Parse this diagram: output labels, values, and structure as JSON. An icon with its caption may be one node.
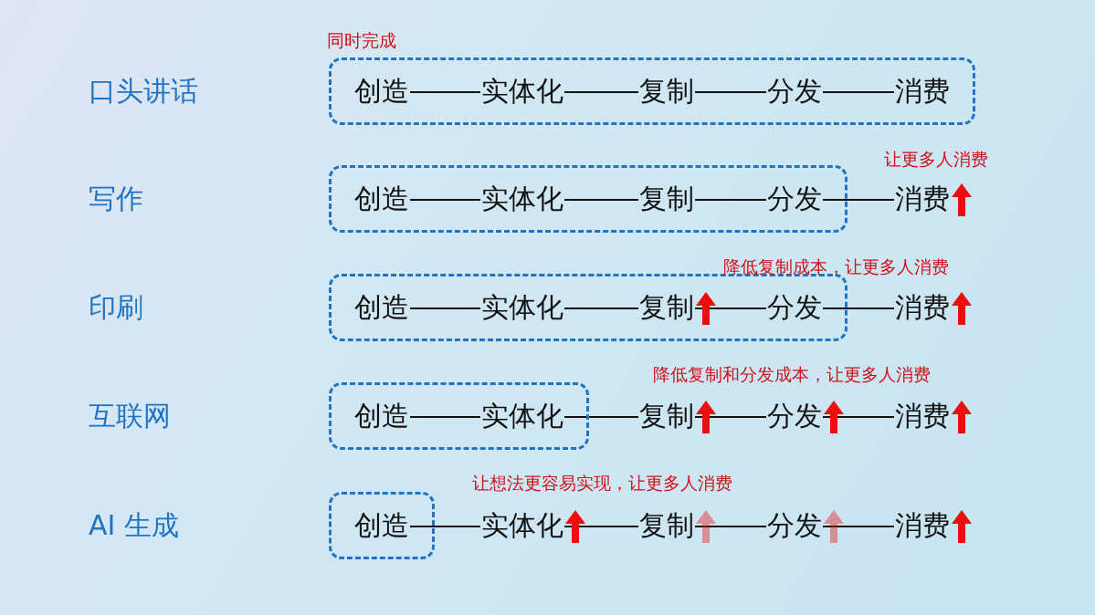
{
  "diagram": {
    "nodes": [
      {
        "text": [
          "同时完成"
        ]
      },
      {
        "text": [
          "创造"
        ],
        "in": 0
      },
      {
        "text": [
          "实体化"
        ],
        "in": 0
      },
      {
        "text": [
          "复制"
        ],
        "in": 0
      },
      {
        "text": [
          "分发"
        ],
        "in": 0
      },
      {
        "text": [
          "消费"
        ],
        "in": 0
      },
      {
        "text": [],
        "shape": "box"
      },
      {
        "text": [
          "创造"
        ],
        "in": 6
      },
      {
        "text": [
          "实体化"
        ],
        "in": 6
      },
      {
        "text": [
          "复制"
        ],
        "in": 6
      },
      {
        "text": [
          "分发"
        ],
        "in": 6
      },
      {
        "text": [
          "消费"
        ]
      },
      {
        "text": [],
        "shape": "box"
      },
      {
        "text": [
          "创造"
        ],
        "in": 12
      },
      {
        "text": [
          "实体化"
        ],
        "in": 12
      },
      {
        "text": [
          "复制"
        ],
        "in": 12
      },
      {
        "text": [
          "分发"
        ],
        "in": 12
      },
      {
        "text": [
          "消费"
        ]
      },
      {
        "text": [],
        "shape": "box"
      },
      {
        "text": [
          "创造"
        ],
        "in": 18
      },
      {
        "text": [
          "实体化"
        ],
        "in": 18
      },
      {
        "text": [
          "复制"
        ]
      },
      {
        "text": [
          "分发"
        ]
      },
      {
        "text": [
          "消费"
        ]
      },
      {
        "text": [],
        "shape": "box"
      },
      {
        "text": [
          "创造"
        ],
        "in": 24
      },
      {
        "text": [
          "实体化"
        ]
      },
      {
        "text": [
          "复制"
        ]
      },
      {
        "text": [
          "分发"
        ]
      },
      {
        "text": [
          "消费"
        ]
      }
    ],
    "edges": [
      {
        "from": 1,
        "to": 2,
        "arrow": "none"
      },
      {
        "from": 2,
        "to": 3,
        "arrow": "none"
      },
      {
        "from": 3,
        "to": 4,
        "arrow": "none"
      },
      {
        "from": 4,
        "to": 5,
        "arrow": "none"
      },
      {
        "from": 7,
        "to": 8,
        "arrow": "none"
      },
      {
        "from": 8,
        "to": 9,
        "arrow": "none"
      },
      {
        "from": 9,
        "to": 10,
        "arrow": "none"
      },
      {
        "from": 10,
        "to": 11,
        "arrow": "none"
      },
      {
        "from": 13,
        "to": 14,
        "arrow": "none"
      },
      {
        "from": 14,
        "to": 15,
        "arrow": "none"
      },
      {
        "from": 15,
        "to": 16,
        "arrow": "none"
      },
      {
        "from": 16,
        "to": 17,
        "arrow": "none"
      },
      {
        "from": 19,
        "to": 20,
        "arrow": "none"
      },
      {
        "from": 20,
        "to": 21,
        "arrow": "none"
      },
      {
        "from": 21,
        "to": 22,
        "arrow": "none"
      },
      {
        "from": 22,
        "to": 23,
        "arrow": "none"
      },
      {
        "from": 25,
        "to": 26,
        "arrow": "none"
      },
      {
        "from": 26,
        "to": 27,
        "arrow": "none"
      },
      {
        "from": 27,
        "to": 28,
        "arrow": "none"
      },
      {
        "from": 28,
        "to": 29,
        "arrow": "none"
      }
    ],
    "labels": [
      "口头讲话",
      "让更多人消费",
      "写作",
      "降低复制成本，让更多人消费",
      "印刷",
      "降低复制和分发成本，让更多人消费",
      "互联网",
      "让想法更容易实现，让更多人消费",
      "AI 生成"
    ]
  }
}
